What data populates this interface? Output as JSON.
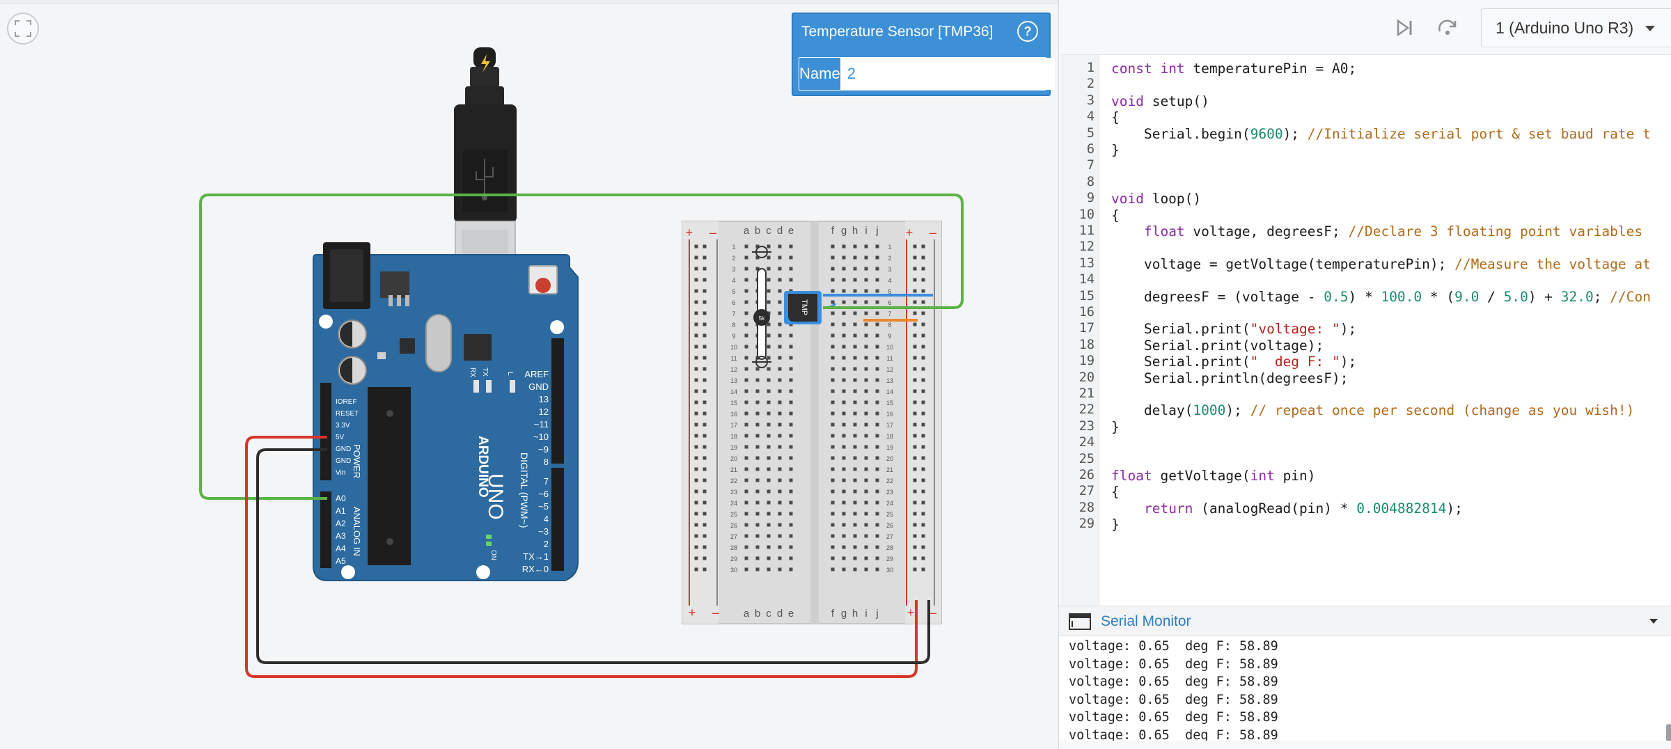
{
  "inspector": {
    "title": "Temperature Sensor [TMP36]",
    "help_label": "?",
    "name_label": "Name",
    "name_value": "2"
  },
  "toolbar": {
    "device_selected": "1 (Arduino Uno R3)"
  },
  "board": {
    "digital_label": "DIGITAL (PWM~)",
    "power_label": "POWER",
    "analog_label": "ANALOG IN",
    "brand_label": "ARDUINO",
    "model_label": "UNO",
    "on_label": "ON",
    "tx_label": "TX",
    "rx_label": "RX",
    "l_label": "L",
    "digital_pins": [
      "AREF",
      "GND",
      "13",
      "12",
      "~11",
      "~10",
      "~9",
      "8",
      "7",
      "~6",
      "~5",
      "4",
      "~3",
      "2",
      "TX→1",
      "RX←0"
    ],
    "power_pins": [
      "IOREF",
      "RESET",
      "3.3V",
      "5V",
      "GND",
      "GND",
      "Vin"
    ],
    "analog_pins": [
      "A0",
      "A1",
      "A2",
      "A3",
      "A4",
      "A5"
    ]
  },
  "breadboard": {
    "columns_left": [
      "a",
      "b",
      "c",
      "d",
      "e"
    ],
    "columns_right": [
      "f",
      "g",
      "h",
      "i",
      "j"
    ],
    "rows": 30,
    "plus_label": "+",
    "minus_label": "–",
    "sensor_label": "TMP"
  },
  "colors": {
    "wire_green": "#5cb247",
    "wire_red": "#d8352a",
    "wire_black": "#2d2d2d",
    "wire_blue": "#3a8ee0",
    "wire_orange": "#e8892c",
    "board_blue": "#2c6aa0",
    "accent_blue": "#3d8fd6"
  },
  "code": {
    "lines": [
      [
        [
          "const ",
          "kw"
        ],
        [
          "int ",
          "kw"
        ],
        [
          "temperaturePin = A0;",
          ""
        ]
      ],
      [],
      [
        [
          "void ",
          "kw"
        ],
        [
          "setup()",
          ""
        ]
      ],
      [
        [
          "{",
          ""
        ]
      ],
      [
        [
          "    Serial.begin(",
          ""
        ],
        [
          "9600",
          "num"
        ],
        [
          "); ",
          ""
        ],
        [
          "//Initialize serial port & set baud rate t",
          "cm"
        ]
      ],
      [
        [
          "}",
          ""
        ]
      ],
      [],
      [],
      [
        [
          "void ",
          "kw"
        ],
        [
          "loop()",
          ""
        ]
      ],
      [
        [
          "{",
          ""
        ]
      ],
      [
        [
          "    ",
          ""
        ],
        [
          "float ",
          "kw"
        ],
        [
          "voltage, degreesF; ",
          ""
        ],
        [
          "//Declare 3 floating point variables",
          "cm"
        ]
      ],
      [],
      [
        [
          "    voltage = getVoltage(temperaturePin); ",
          ""
        ],
        [
          "//Measure the voltage at",
          "cm"
        ]
      ],
      [],
      [
        [
          "    degreesF = (voltage - ",
          ""
        ],
        [
          "0.5",
          "num"
        ],
        [
          ") * ",
          ""
        ],
        [
          "100.0",
          "num"
        ],
        [
          " * (",
          ""
        ],
        [
          "9.0",
          "num"
        ],
        [
          " / ",
          ""
        ],
        [
          "5.0",
          "num"
        ],
        [
          ") + ",
          ""
        ],
        [
          "32.0",
          "num"
        ],
        [
          "; ",
          ""
        ],
        [
          "//Con",
          "cm"
        ]
      ],
      [],
      [
        [
          "    Serial.print(",
          ""
        ],
        [
          "\"voltage: \"",
          "str"
        ],
        [
          ");",
          ""
        ]
      ],
      [
        [
          "    Serial.print(voltage);",
          ""
        ]
      ],
      [
        [
          "    Serial.print(",
          ""
        ],
        [
          "\"  deg F: \"",
          "str"
        ],
        [
          ");",
          ""
        ]
      ],
      [
        [
          "    Serial.println(degreesF);",
          ""
        ]
      ],
      [],
      [
        [
          "    delay(",
          ""
        ],
        [
          "1000",
          "num"
        ],
        [
          "); ",
          ""
        ],
        [
          "// repeat once per second (change as you wish!)",
          "cm"
        ]
      ],
      [
        [
          "}",
          ""
        ]
      ],
      [],
      [],
      [
        [
          "float ",
          "kw"
        ],
        [
          "getVoltage(",
          ""
        ],
        [
          "int ",
          "kw"
        ],
        [
          "pin)",
          ""
        ]
      ],
      [
        [
          "{",
          ""
        ]
      ],
      [
        [
          "    ",
          ""
        ],
        [
          "return ",
          "kw"
        ],
        [
          "(analogRead(pin) * ",
          ""
        ],
        [
          "0.004882814",
          "num"
        ],
        [
          ");",
          ""
        ]
      ],
      [
        [
          "}",
          ""
        ]
      ]
    ]
  },
  "serial_monitor": {
    "title": "Serial Monitor",
    "lines": [
      "voltage: 0.65  deg F: 58.89",
      "voltage: 0.65  deg F: 58.89",
      "voltage: 0.65  deg F: 58.89",
      "voltage: 0.65  deg F: 58.89",
      "voltage: 0.65  deg F: 58.89",
      "voltage: 0.65  deg F: 58.89"
    ]
  }
}
